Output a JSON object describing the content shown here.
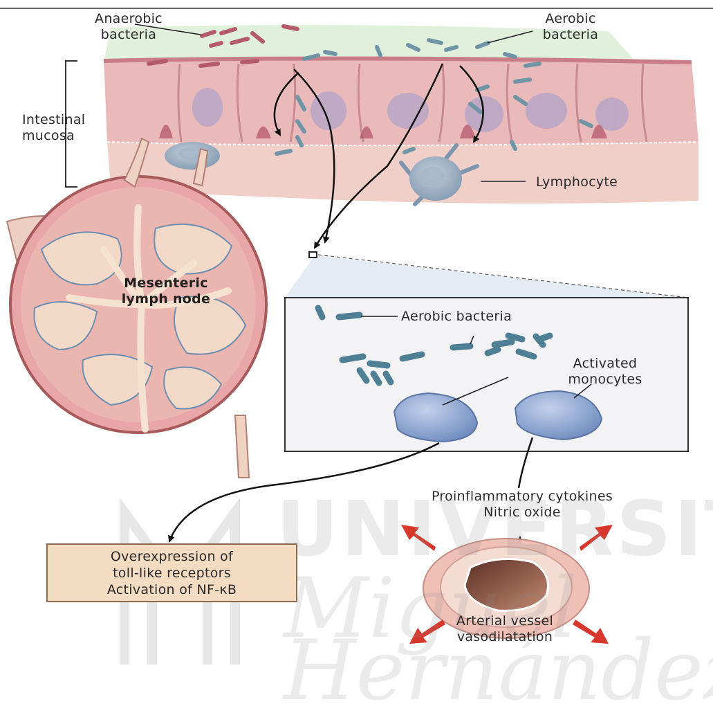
{
  "labels": {
    "anaerobic": [
      "Anaerobic",
      "bacteria"
    ],
    "aerobic_top": [
      "Aerobic",
      "bacteria"
    ],
    "intestinal": [
      "Intestinal",
      "mucosa"
    ],
    "lymphocyte": "Lymphocyte",
    "mesenteric": [
      "Mesenteric",
      "lymph node"
    ],
    "aerobic_inset": "Aerobic bacteria",
    "activated": [
      "Activated",
      "monocytes"
    ],
    "cytokines": [
      "Proinflammatory cytokines",
      "Nitric oxide"
    ],
    "overexpression": [
      "Overexpression of",
      "toll-like receptors",
      "Activation of NF-κB"
    ],
    "vessel": [
      "Arterial vessel",
      "vasodilatation"
    ]
  },
  "watermark": {
    "line1": "UNIVERSITAS",
    "line2": "Miguel",
    "line3": "Hernández"
  },
  "colors": {
    "mucosa": "#eab9b9",
    "bacteria": "#6f95a6",
    "anaerobic_bacteria": "#b55a6a",
    "lymph_node": "#e8a6a6",
    "monocyte": "#8ea8d2",
    "callout": "#f4dcc2",
    "arrow_red": "#d8382c"
  }
}
